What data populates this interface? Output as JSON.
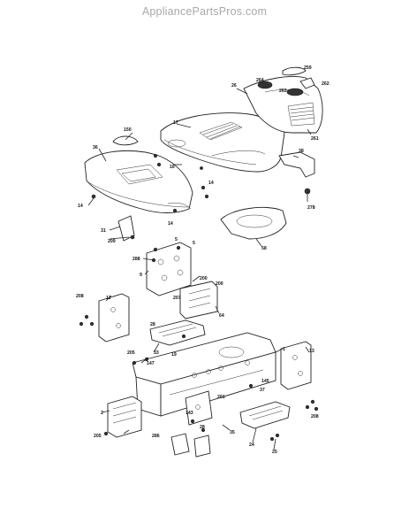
{
  "header": {
    "site": "AppliancePartsPros.com"
  },
  "callouts": {
    "c150": "150",
    "c36": "36",
    "c17": "17",
    "c26": "26",
    "c259": "259",
    "c264": "264",
    "c262": "262",
    "c263": "263",
    "c261": "261",
    "c38": "38",
    "c278": "278",
    "c16": "16",
    "c14a": "14",
    "c14b": "14",
    "c14c": "14",
    "c31": "31",
    "c209": "209",
    "c58": "58",
    "c5a": "5",
    "c5b": "5",
    "c288": "288",
    "c9": "9",
    "c200a": "200",
    "c200b": "200",
    "c207": "207",
    "c64": "64",
    "c11": "11",
    "c208a": "208",
    "c28": "28",
    "c33": "33",
    "c19": "19",
    "c1": "1",
    "c205": "205",
    "c147": "147",
    "c13": "13",
    "c145": "145",
    "c37": "37",
    "c201": "201",
    "c2": "2",
    "c205b": "205",
    "c143": "143",
    "c35": "35",
    "c24": "24",
    "c25": "25",
    "c208b": "208",
    "c286": "286",
    "c28b": "28"
  }
}
